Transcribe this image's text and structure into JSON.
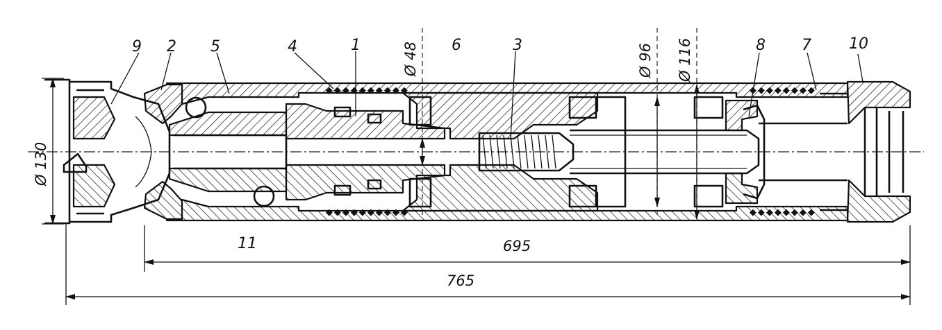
{
  "diagram": {
    "callouts": [
      {
        "id": "9",
        "text": "9"
      },
      {
        "id": "2",
        "text": "2"
      },
      {
        "id": "5",
        "text": "5"
      },
      {
        "id": "4",
        "text": "4"
      },
      {
        "id": "1",
        "text": "1"
      },
      {
        "id": "6",
        "text": "6"
      },
      {
        "id": "3",
        "text": "3"
      },
      {
        "id": "8",
        "text": "8"
      },
      {
        "id": "7",
        "text": "7"
      },
      {
        "id": "10",
        "text": "10"
      },
      {
        "id": "11",
        "text": "11"
      }
    ],
    "diameters": {
      "d48": "Ø 48",
      "d96": "Ø 96",
      "d116": "Ø 116",
      "d130": "Ø 130"
    },
    "lengths": {
      "l695": "695",
      "l765": "765"
    }
  }
}
